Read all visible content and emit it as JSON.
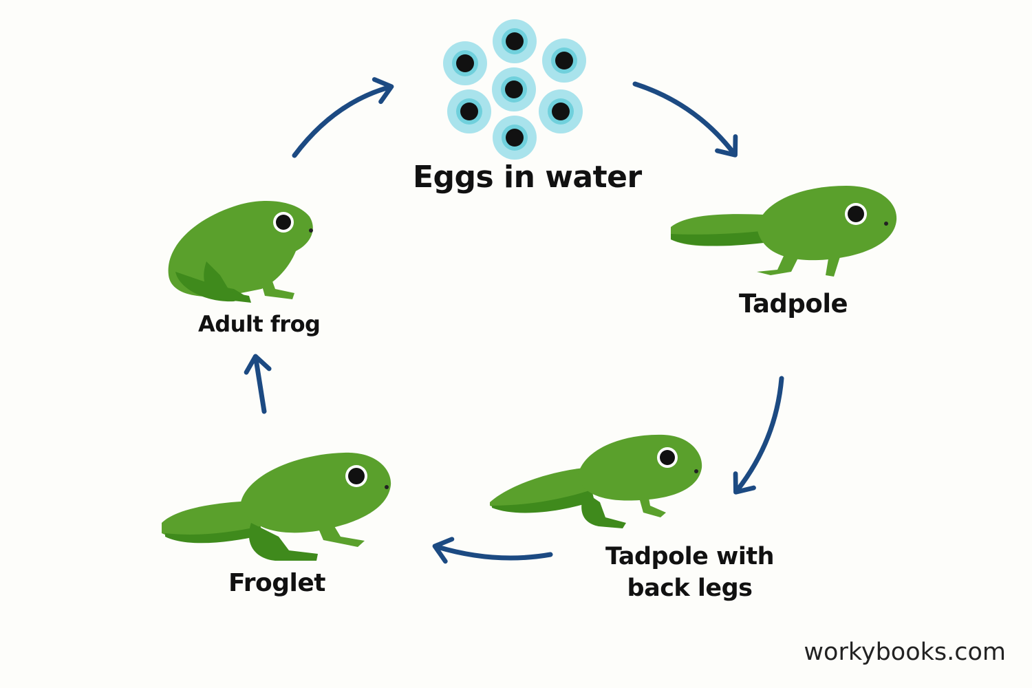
{
  "stages": {
    "eggs": "Eggs in water",
    "tadpole": "Tadpole",
    "tadpole_legs_line1": "Tadpole with",
    "tadpole_legs_line2": "back legs",
    "froglet": "Froglet",
    "adult": "Adult frog"
  },
  "watermark": "workybooks.com",
  "colors": {
    "background": "#fdfdfa",
    "arrow": "#1c4a82",
    "frog_green": "#5aa02c",
    "frog_dark": "#3f8a1c",
    "egg_jelly": "#a9e3ec"
  }
}
